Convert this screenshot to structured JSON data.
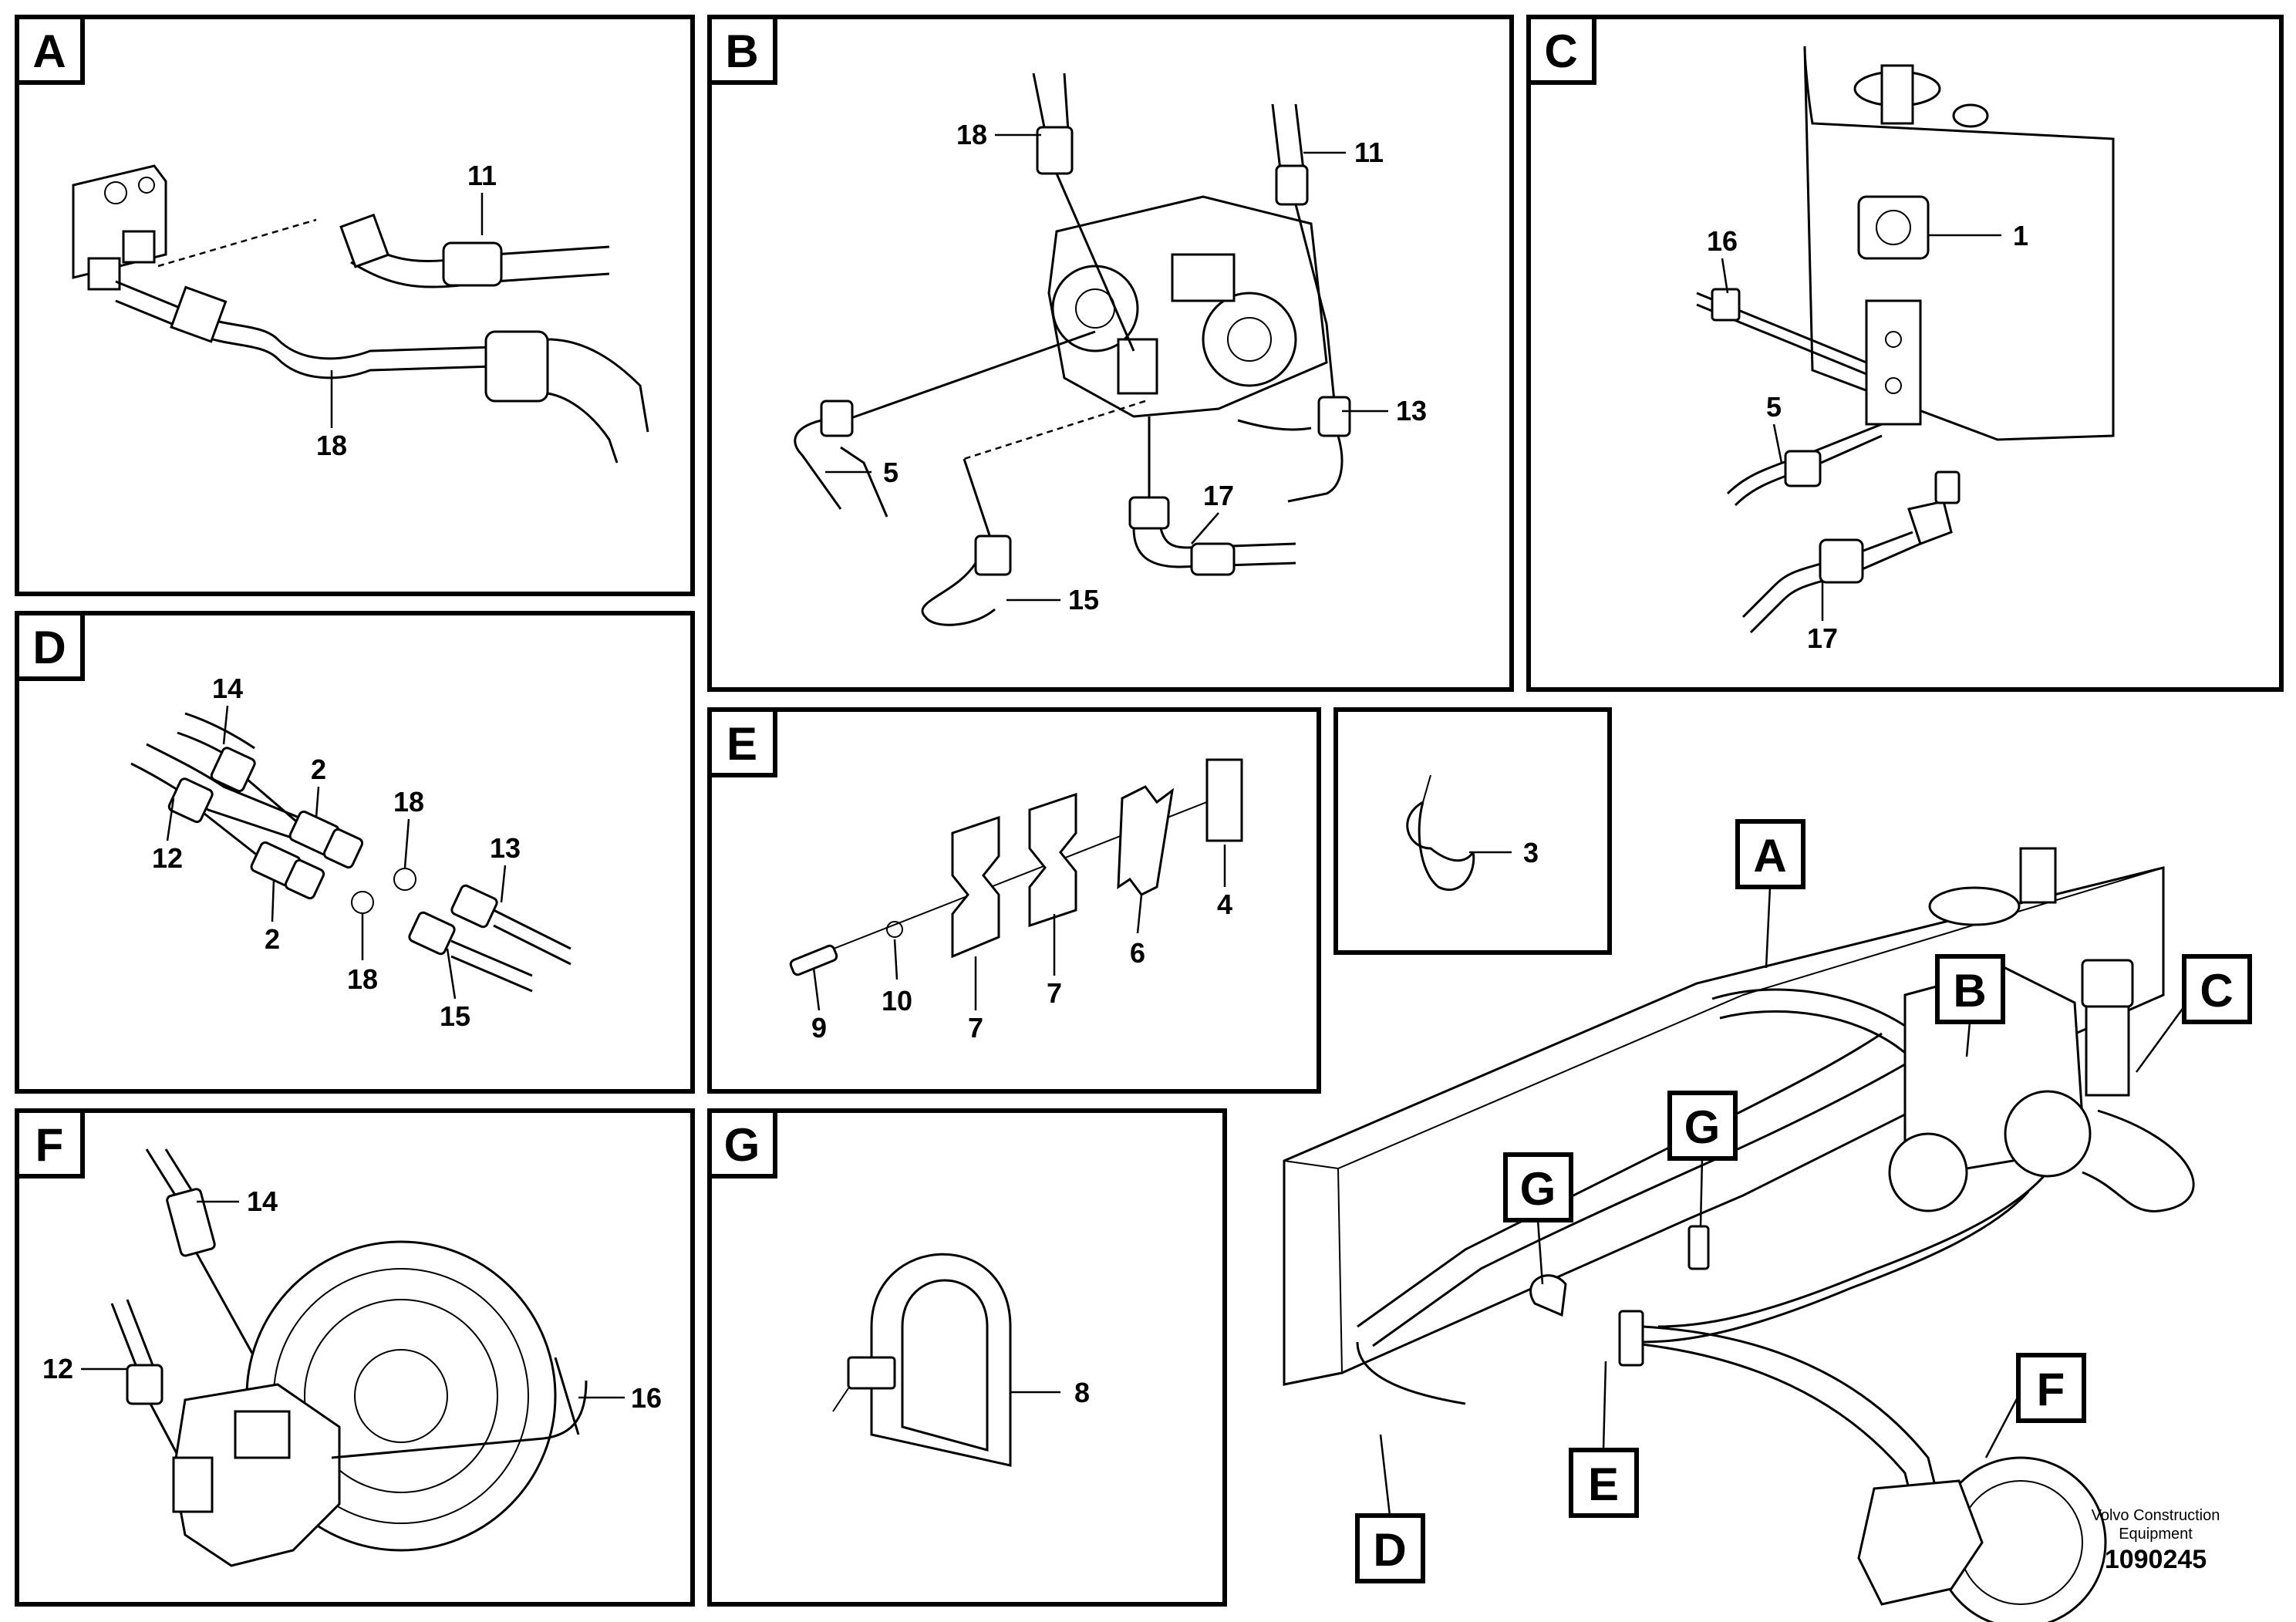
{
  "panels": {
    "A": {
      "label": "A",
      "parts": [
        "11",
        "18"
      ]
    },
    "B": {
      "label": "B",
      "parts": [
        "18",
        "11",
        "13",
        "5",
        "17",
        "15"
      ]
    },
    "C": {
      "label": "C",
      "parts": [
        "1",
        "16",
        "5",
        "17"
      ]
    },
    "D": {
      "label": "D",
      "parts": [
        "14",
        "2",
        "18",
        "13",
        "12",
        "2",
        "18",
        "15"
      ]
    },
    "E": {
      "label": "E",
      "parts": [
        "4",
        "6",
        "7",
        "7",
        "10",
        "9"
      ]
    },
    "three": {
      "parts": [
        "3"
      ]
    },
    "F": {
      "label": "F",
      "parts": [
        "14",
        "12",
        "16"
      ]
    },
    "G": {
      "label": "G",
      "parts": [
        "8"
      ]
    }
  },
  "overview": {
    "callouts": [
      "A",
      "B",
      "C",
      "G",
      "G",
      "F",
      "D",
      "E"
    ]
  },
  "footer": {
    "company": "Volvo Construction Equipment",
    "drawing_number": "1090245"
  }
}
